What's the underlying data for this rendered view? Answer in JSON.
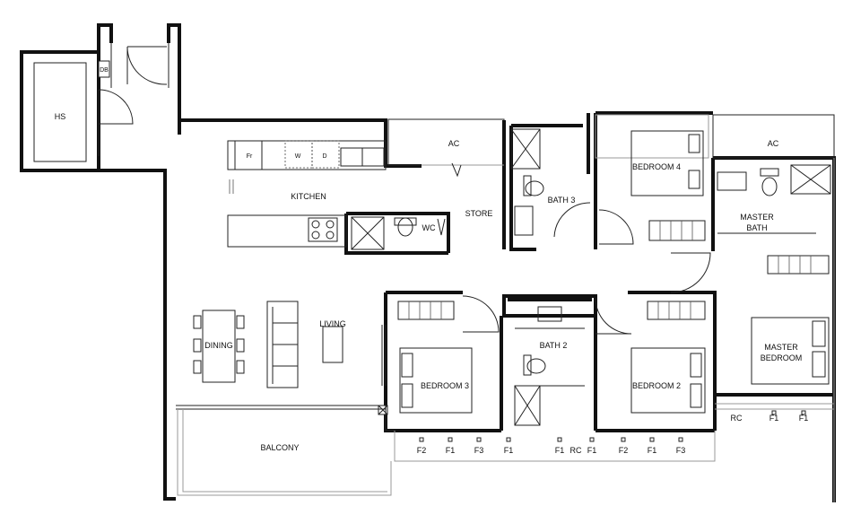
{
  "rooms": {
    "hs": "HS",
    "db": "DB",
    "kitchen": "KITCHEN",
    "fridge": "Fr",
    "washer": "W",
    "dryer": "D",
    "ac_left": "AC",
    "ac_right": "AC",
    "store": "STORE",
    "wc": "WC",
    "bath3": "BATH 3",
    "bedroom4": "BEDROOM 4",
    "master_bath": [
      "MASTER",
      "BATH"
    ],
    "dining": "DINING",
    "living": "LIVING",
    "bath2": "BATH 2",
    "bedroom3": "BEDROOM 3",
    "bedroom2": "BEDROOM 2",
    "master_bedroom": [
      "MASTER",
      "BEDROOM"
    ],
    "balcony": "BALCONY"
  },
  "window_labels": {
    "south": [
      "F2",
      "F1",
      "F3",
      "F1",
      "F1",
      "RC",
      "F1",
      "F2",
      "F1",
      "F3"
    ],
    "master": [
      "RC",
      "F1",
      "F1"
    ]
  }
}
